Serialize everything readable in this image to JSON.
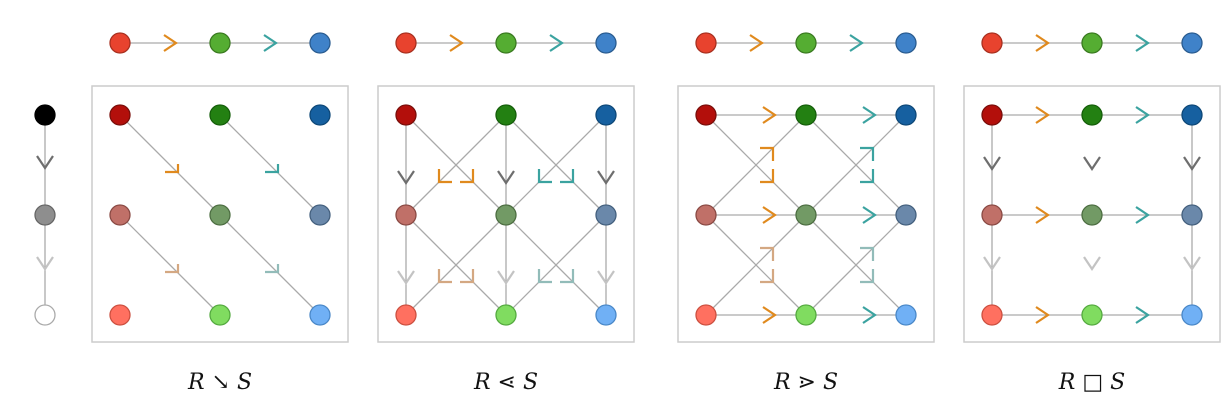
{
  "colors": {
    "red": "#E8432E",
    "orange": "#E08A1E",
    "green": "#55AD32",
    "teal": "#3BA3A0",
    "blue": "#3F82C9",
    "black": "#000000",
    "darkgray": "#6E6E6E",
    "gray": "#8E8E8E",
    "lightgray": "#C3C3C3",
    "white": "#FFFFFF",
    "grid": [
      [
        "#B30F0B",
        "#238012",
        "#1660A0"
      ],
      [
        "#C07068",
        "#729A65",
        "#6A88AA"
      ],
      [
        "#FF7060",
        "#80DC60",
        "#70B0F5"
      ]
    ],
    "stroke_grid": [
      [
        "#7A0E0A",
        "#155E0A",
        "#0E4878"
      ],
      [
        "#8A4A44",
        "#4D6E42",
        "#44607E"
      ],
      [
        "#CC5040",
        "#55AA40",
        "#4A88C8"
      ]
    ],
    "light_orange": "#D4A882",
    "light_teal": "#92BCB9",
    "line": "#AAAAAA",
    "frame": "#CCCCCC"
  },
  "top_chain": [
    "red",
    "orange-arrow",
    "green",
    "teal-arrow",
    "blue"
  ],
  "left_chain": [
    "black",
    "darkgray-arrow",
    "gray",
    "lightgray-arrow",
    "white"
  ],
  "panels": [
    {
      "id": "diag",
      "caption_left": "R",
      "caption_op": "↘",
      "caption_right": "S"
    },
    {
      "id": "lt",
      "caption_left": "R",
      "caption_op": "⋖",
      "caption_right": "S"
    },
    {
      "id": "gt",
      "caption_left": "R",
      "caption_op": "⋗",
      "caption_right": "S"
    },
    {
      "id": "box",
      "caption_left": "R",
      "caption_op": "□",
      "caption_right": "S"
    }
  ]
}
